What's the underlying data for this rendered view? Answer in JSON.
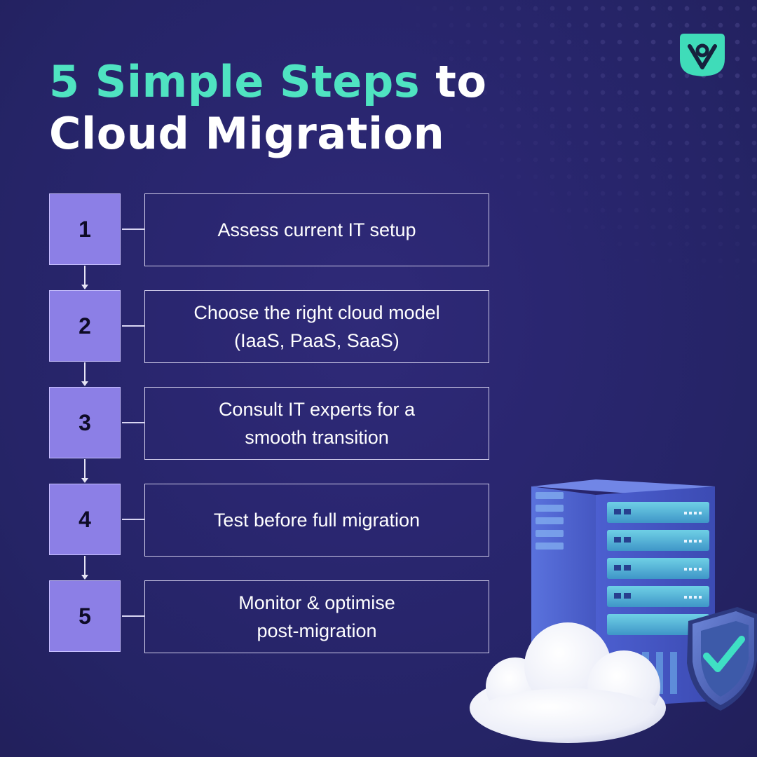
{
  "title": {
    "accent": "5 Simple Steps",
    "rest_line1": " to",
    "line2": "Cloud Migration"
  },
  "steps": [
    {
      "number": "1",
      "text": "Assess current IT setup"
    },
    {
      "number": "2",
      "text": "Choose the right cloud model\n(IaaS, PaaS, SaaS)"
    },
    {
      "number": "3",
      "text": "Consult IT experts for a\nsmooth transition"
    },
    {
      "number": "4",
      "text": "Test before full migration"
    },
    {
      "number": "5",
      "text": "Monitor & optimise\npost-migration"
    }
  ],
  "colors": {
    "background": "#27256a",
    "accent": "#4fe3c1",
    "step_fill": "#8c7fe6",
    "server": "#4a5bc7",
    "shield": "#4a62b8"
  },
  "icons": {
    "logo": "brand-logo-icon",
    "illustration": "server-rack-cloud-shield-icon"
  }
}
